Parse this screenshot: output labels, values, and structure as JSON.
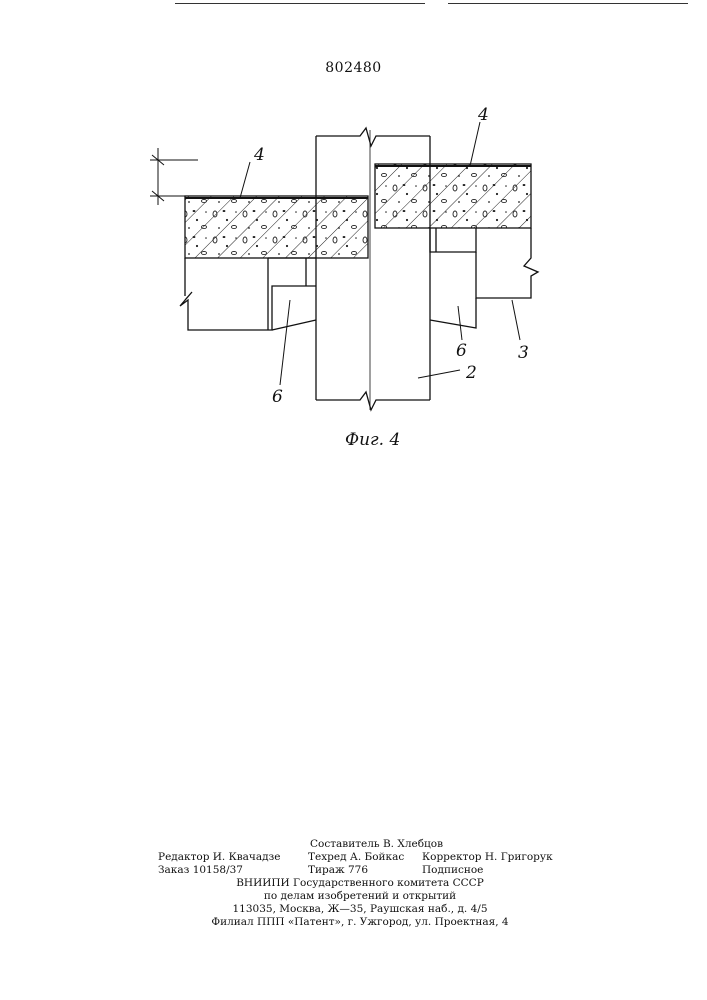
{
  "patent_number": "802480",
  "figure_caption": "Фиг. 4",
  "labels": {
    "slab_left": "4",
    "slab_right": "4",
    "bracket_left": "6",
    "bracket_right": "6",
    "column": "2",
    "beam": "3"
  },
  "imprint": {
    "compiler": "Составитель В. Хлебцов",
    "editor": "Редактор И. Квачадзе",
    "techred": "Техред А. Бойкас",
    "corrector": "Корректор Н. Григорук",
    "order": "Заказ 10158/37",
    "circulation": "Тираж 776",
    "subscription": "Подписное",
    "org_line1": "ВНИИПИ Государственного комитета СССР",
    "org_line2": "по делам изобретений и открытий",
    "address": "113035, Москва, Ж—35, Раушская наб., д. 4/5",
    "branch": "Филиал ППП «Патент», г. Ужгород, ул. Проектная, 4"
  }
}
